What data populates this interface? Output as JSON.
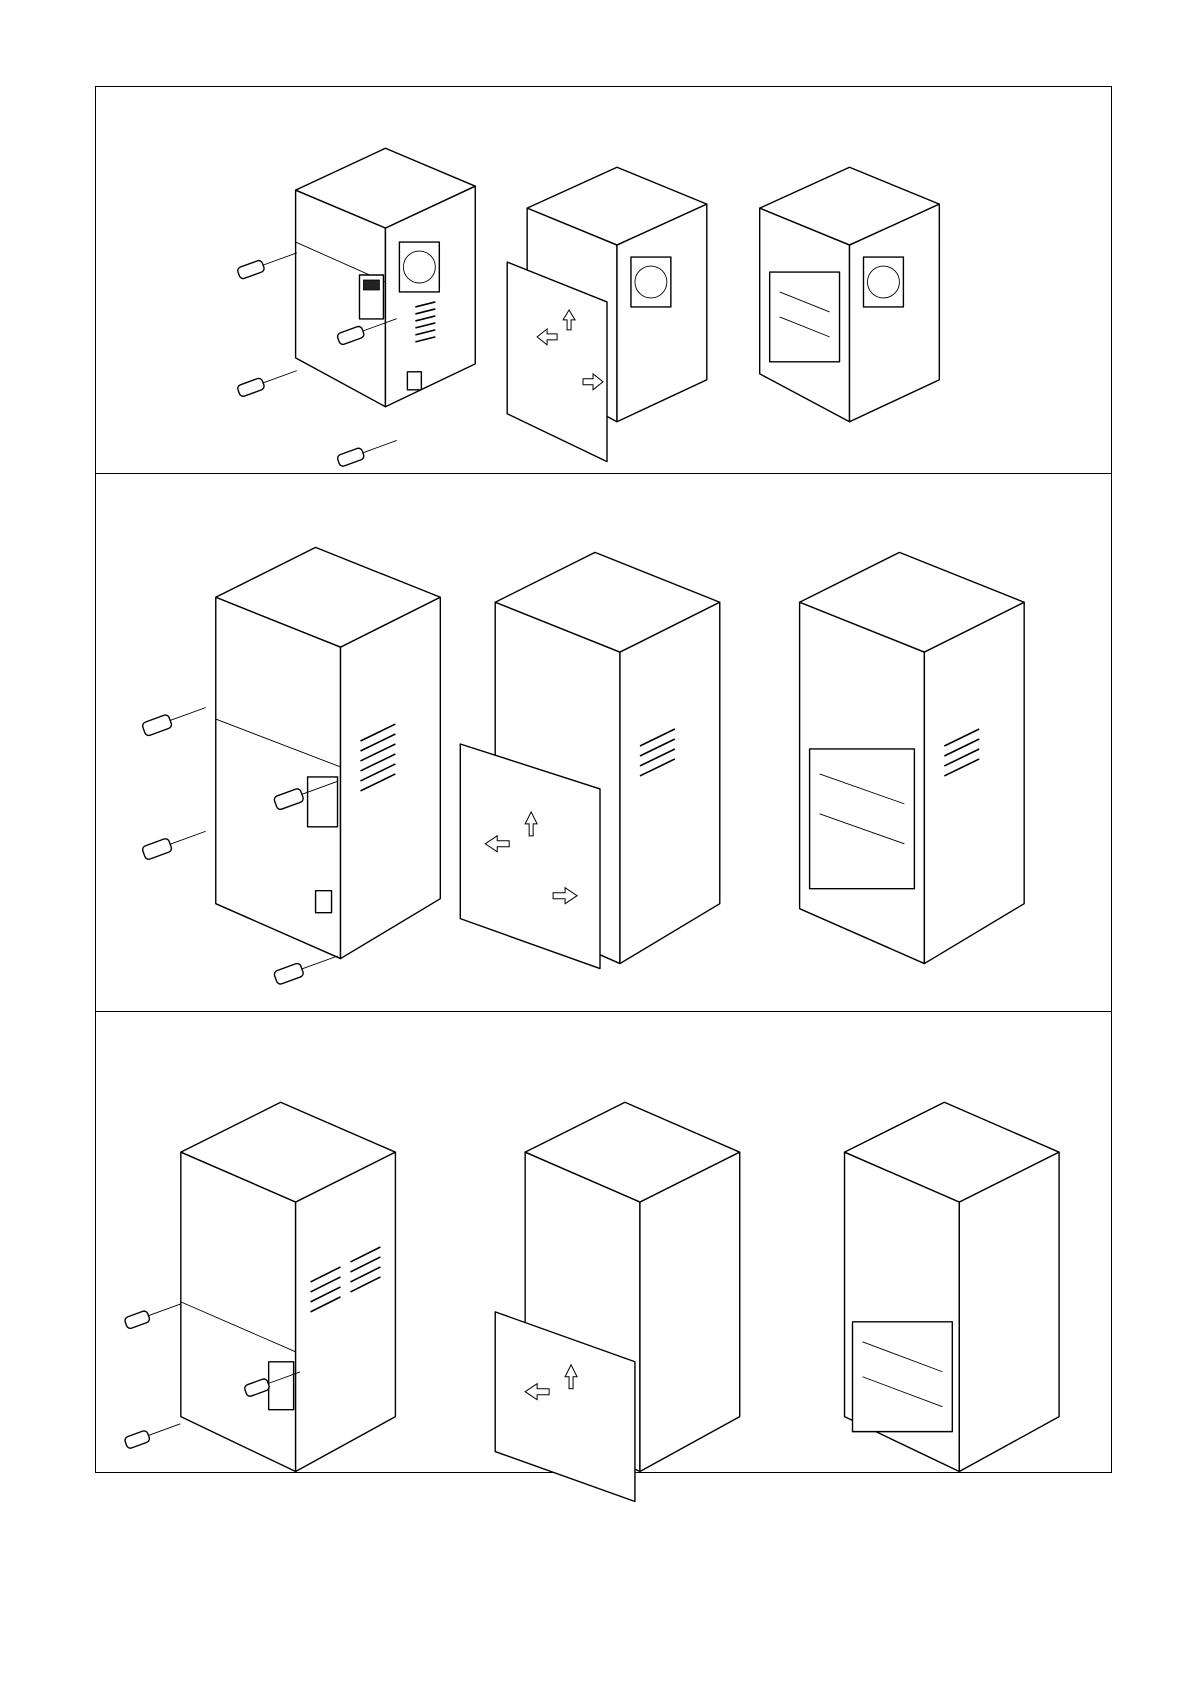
{
  "figure": {
    "rows": [
      {
        "id": "row-1",
        "size": "small-frame",
        "steps": [
          "closed-with-screws",
          "cover-removed",
          "cover-off"
        ]
      },
      {
        "id": "row-2",
        "size": "medium-frame",
        "steps": [
          "closed-with-screws",
          "cover-removed",
          "cover-off"
        ]
      },
      {
        "id": "row-3",
        "size": "large-frame",
        "steps": [
          "closed-with-screws",
          "cover-removed",
          "cover-off"
        ]
      }
    ],
    "icons": [
      "screwdriver-icon",
      "direction-arrow-icon",
      "cooling-fan-icon",
      "keypad-icon"
    ],
    "colors": {
      "line": "#000000",
      "background": "#ffffff"
    }
  }
}
